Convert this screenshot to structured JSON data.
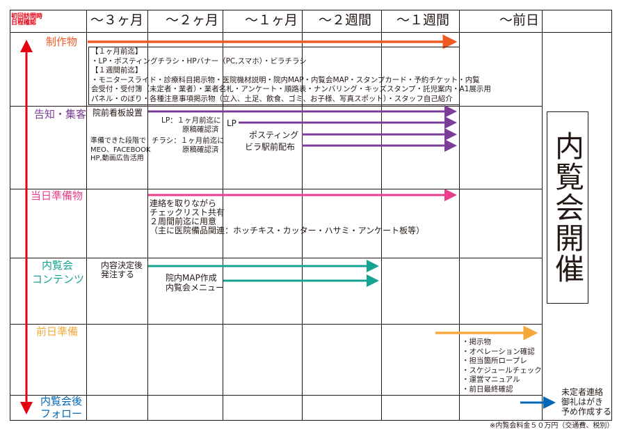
{
  "corner": {
    "line1": "初回訪問時",
    "line2": "日程確認"
  },
  "columns": [
    "～３ヶ月",
    "～２ヶ月",
    "～１ヶ月",
    "～２週間",
    "～１週間",
    "～前日"
  ],
  "rows": {
    "production": "制作物",
    "promo": "告知・集客",
    "sameday": "当日準備物",
    "contents1": "内覧会",
    "contents2": "コンテンツ",
    "prev": "前日準備",
    "follow1": "内覧会後",
    "follow2": "フォロー"
  },
  "production_box": {
    "l1": "【１ヶ月前迄】",
    "l2": "・LP・ポスティングチラシ・HPバナー（PC,スマホ）・ビラチラシ",
    "l3": "【１週間前迄】",
    "l4": "・モニタースライド・診療科目掲示物・医院機材説明・院内MAP・内覧会MAP・スタンプカード・予約チケット・内覧",
    "l5": "会受付・受付簿（未定者・業者）・業者名札・アンケート・順路表・ナンバリング・キッズスタンプ・託児案内・A1展示用",
    "l6": "パネル・のぼり・各種注意事項掲示物（立入、土足、飲食、ゴミ、お子様、写真スポット）・スタッフ自己紹介"
  },
  "promo": {
    "sign": "院前看板設置",
    "lp_a": "LP：１ヶ月前迄に",
    "lp_b": "原稿確認済",
    "flyer_a": "チラシ：１ヶ月前迄に",
    "flyer_b": "原稿確認済",
    "lp": "LP",
    "posting": "ポスティング",
    "station": "ビラ駅前配布",
    "meo1": "準備できた段階で",
    "meo2": "MEO、FACEBOOK",
    "meo3": "HP,動画広告活用"
  },
  "sameday": {
    "l1": "連絡を取りながら",
    "l2": "チェックリスト共有",
    "l3": "２周間前迄に用意",
    "l4": "（主に医院備品関連：ホッチキス・カッター・ハサミ・アンケート板等）"
  },
  "contents": {
    "decide1": "内容決定後",
    "decide2": "発注する",
    "map": "院内MAP作成",
    "menu": "内覧会メニュー"
  },
  "prevday": [
    "・掲示物",
    "・オペレーション確認",
    "・担当箇所ロープレ",
    "・スケジュールチェック",
    "・運営マニュアル",
    "・前日最終確認"
  ],
  "follow": {
    "l1": "未定者連絡",
    "l2": "御礼はがき",
    "l3": "予め作成する"
  },
  "event": "内覧会開催",
  "footnote": "※内覧会料金５０万円（交通費、税別）",
  "colors": {
    "red": "#e60012",
    "orange": "#f15a24",
    "purple": "#7d3c98",
    "pink": "#e83e8c",
    "teal": "#17a393",
    "gold": "#f6a93b",
    "blue": "#0068b7"
  }
}
